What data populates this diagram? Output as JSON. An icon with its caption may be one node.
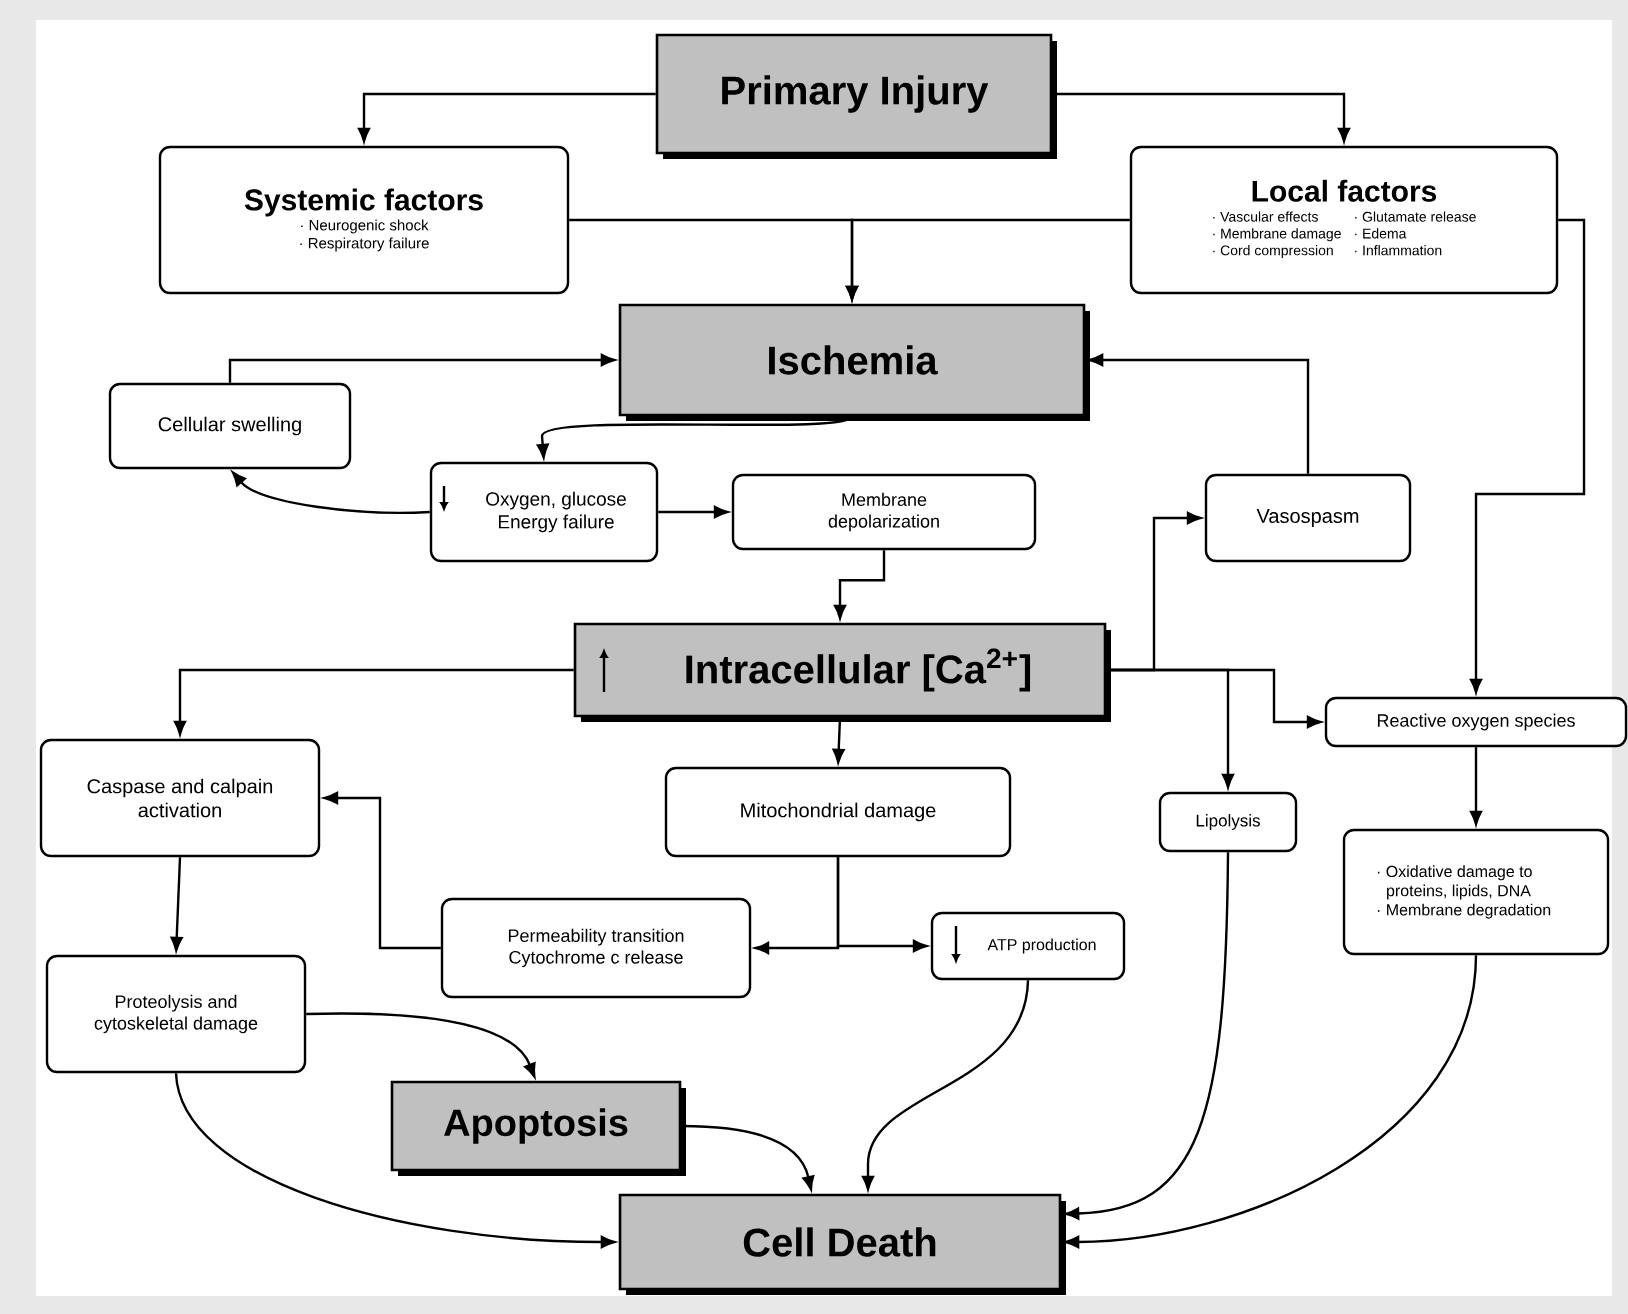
{
  "diagram": {
    "nodes": [
      {
        "text": [
          "Primary Injury"
        ]
      },
      {
        "text": [
          "Systemic factors",
          "· Neurogenic shock",
          "· Respiratory failure"
        ]
      },
      {
        "text": [
          "Local factors",
          "· Vascular effects",
          "· Glutamate release",
          "· Membrane damage",
          "· Edema",
          "· Cord compression",
          "· Inflammation"
        ]
      },
      {
        "text": [
          "Ischemia"
        ]
      },
      {
        "text": [
          "Cellular swelling"
        ]
      },
      {
        "text": [
          "Oxygen, glucose Energy failure"
        ]
      },
      {
        "text": [
          "Membrane depolarization"
        ]
      },
      {
        "text": [
          "Vasospasm"
        ]
      },
      {
        "text": [
          "Intracellular [Ca$^{2+}$]"
        ]
      },
      {
        "text": [
          "Reactive oxygen species"
        ]
      },
      {
        "text": [
          "Caspase and calpain activation"
        ]
      },
      {
        "text": [
          "Mitochondrial damage"
        ]
      },
      {
        "text": [
          "Lipolysis"
        ]
      },
      {
        "text": [
          "· Oxidative damage to proteins, lipids, DNA",
          "· Membrane degradation"
        ]
      },
      {
        "text": [
          "Permeability transition Cytochrome c release"
        ]
      },
      {
        "text": [
          "ATP production"
        ]
      },
      {
        "text": [
          "Proteolysis and cytoskeletal damage"
        ]
      },
      {
        "text": [
          "Apoptosis"
        ]
      },
      {
        "text": [
          "Cell Death"
        ]
      }
    ],
    "edges": [
      {
        "from": 0,
        "to": 1,
        "arrow": "to"
      },
      {
        "from": 0,
        "to": 2,
        "arrow": "to"
      },
      {
        "from": 1,
        "to": 3,
        "arrow": "to"
      },
      {
        "from": 2,
        "to": 3,
        "arrow": "to"
      },
      {
        "from": 4,
        "to": 3,
        "arrow": "to"
      },
      {
        "from": 3,
        "to": 5,
        "arrow": "to"
      },
      {
        "from": 5,
        "to": 4,
        "arrow": "to"
      },
      {
        "from": 5,
        "to": 6,
        "arrow": "to"
      },
      {
        "from": 6,
        "to": 8,
        "arrow": "to"
      },
      {
        "from": 7,
        "to": 3,
        "arrow": "to"
      },
      {
        "from": 2,
        "to": 9,
        "arrow": "to"
      },
      {
        "from": 8,
        "to": 10,
        "arrow": "to"
      },
      {
        "from": 8,
        "to": 11,
        "arrow": "to"
      },
      {
        "from": 8,
        "to": 7,
        "arrow": "to"
      },
      {
        "from": 8,
        "to": 12,
        "arrow": "to"
      },
      {
        "from": 8,
        "to": 9,
        "arrow": "to"
      },
      {
        "from": 9,
        "to": 13,
        "arrow": "to"
      },
      {
        "from": 11,
        "to": 14,
        "arrow": "to"
      },
      {
        "from": 11,
        "to": 15,
        "arrow": "to"
      },
      {
        "from": 14,
        "to": 10,
        "arrow": "to"
      },
      {
        "from": 10,
        "to": 16,
        "arrow": "to"
      },
      {
        "from": 16,
        "to": 17,
        "arrow": "to"
      },
      {
        "from": 16,
        "to": 18,
        "arrow": "to"
      },
      {
        "from": 17,
        "to": 18,
        "arrow": "to"
      },
      {
        "from": 15,
        "to": 18,
        "arrow": "to"
      },
      {
        "from": 12,
        "to": 18,
        "arrow": "to"
      },
      {
        "from": 13,
        "to": 18,
        "arrow": "to"
      }
    ]
  }
}
